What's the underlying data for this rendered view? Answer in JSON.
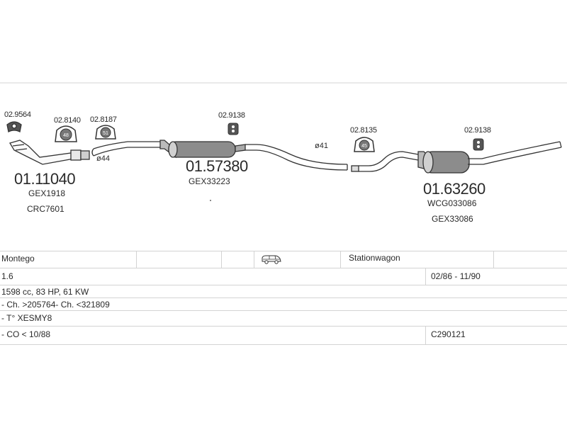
{
  "parts": {
    "clamp_1": "02.9564",
    "ring_1": "02.8140",
    "ring_2": "02.8187",
    "mount_1": "02.9138",
    "ring_3": "02.8135",
    "mount_2": "02.9138",
    "front_pipe": {
      "number": "01.11040",
      "refs": [
        "GEX1918",
        "CRC7601"
      ]
    },
    "center_muffler": {
      "number": "01.57380",
      "refs": [
        "GEX33223"
      ]
    },
    "rear_muffler": {
      "number": "01.63260",
      "refs": [
        "WCG033086",
        "GEX33086"
      ]
    },
    "diameters": [
      "ø44",
      "ø41"
    ]
  },
  "vehicle": {
    "model": "Montego",
    "body_icon": "station-wagon-car-icon",
    "body_type": "Stationwagon",
    "engine": "1.6",
    "years": "02/86 - 11/90",
    "spec": "1598 cc, 83 HP, 61 KW",
    "chassis": "- Ch. >205764- Ch. <321809",
    "engine_code": "- T° XESMY8",
    "emission": "- CO < 10/88",
    "code": "C290121"
  }
}
